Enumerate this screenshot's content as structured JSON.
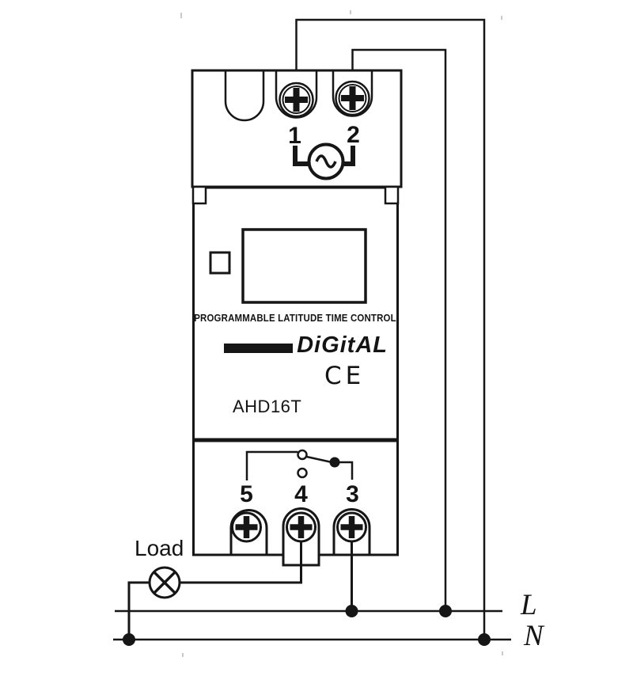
{
  "device": {
    "caption": "PROGRAMMABLE LATITUDE TIME CONTROL",
    "brand": "DiGitAL",
    "ce_mark": "CE",
    "model": "AHD16T"
  },
  "terminals": {
    "top": [
      "1",
      "2"
    ],
    "bottom": [
      "5",
      "4",
      "3"
    ]
  },
  "wiring": {
    "load_label": "Load",
    "line_label": "L",
    "neutral_label": "N"
  },
  "icons": {
    "ac_source_icon": "circle-with-sine-wave",
    "lamp_load_icon": "circle-with-x-cross",
    "screw_terminal_icon": "phillips-screw-head",
    "relay_contact_open_icon": "small-open-circle",
    "relay_pivot_icon": "filled-dot",
    "junction_icon": "filled-dot"
  },
  "colors": {
    "ink": "#161616",
    "background": "#ffffff"
  }
}
